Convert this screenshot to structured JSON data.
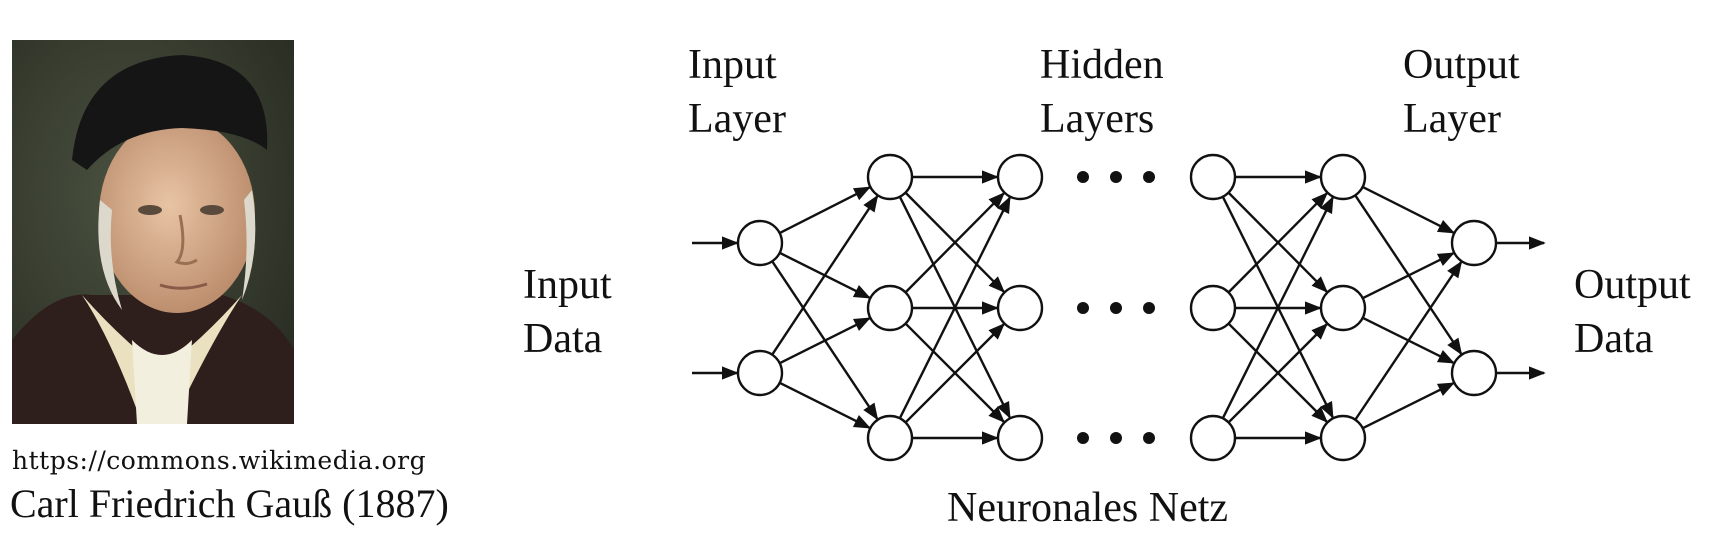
{
  "caption": {
    "url": "https://commons.wikimedia.org",
    "name": "Carl Friedrich Gauß (1887)"
  },
  "diagram": {
    "layer_labels": {
      "input": [
        "Input",
        "Layer"
      ],
      "hidden": [
        "Hidden",
        "Layers"
      ],
      "output": [
        "Output",
        "Layer"
      ]
    },
    "io_labels": {
      "input": [
        "Input",
        "Data"
      ],
      "output": [
        "Output",
        "Data"
      ]
    },
    "title": "Neuronales Netz",
    "layers": [
      {
        "role": "input",
        "nodes": 2
      },
      {
        "role": "hidden",
        "nodes": 3
      },
      {
        "role": "hidden",
        "nodes": 3
      },
      {
        "role": "hidden",
        "nodes": 3
      },
      {
        "role": "hidden",
        "nodes": 3
      },
      {
        "role": "output",
        "nodes": 2
      }
    ],
    "ellipsis_between_layers": [
      2,
      3
    ]
  }
}
